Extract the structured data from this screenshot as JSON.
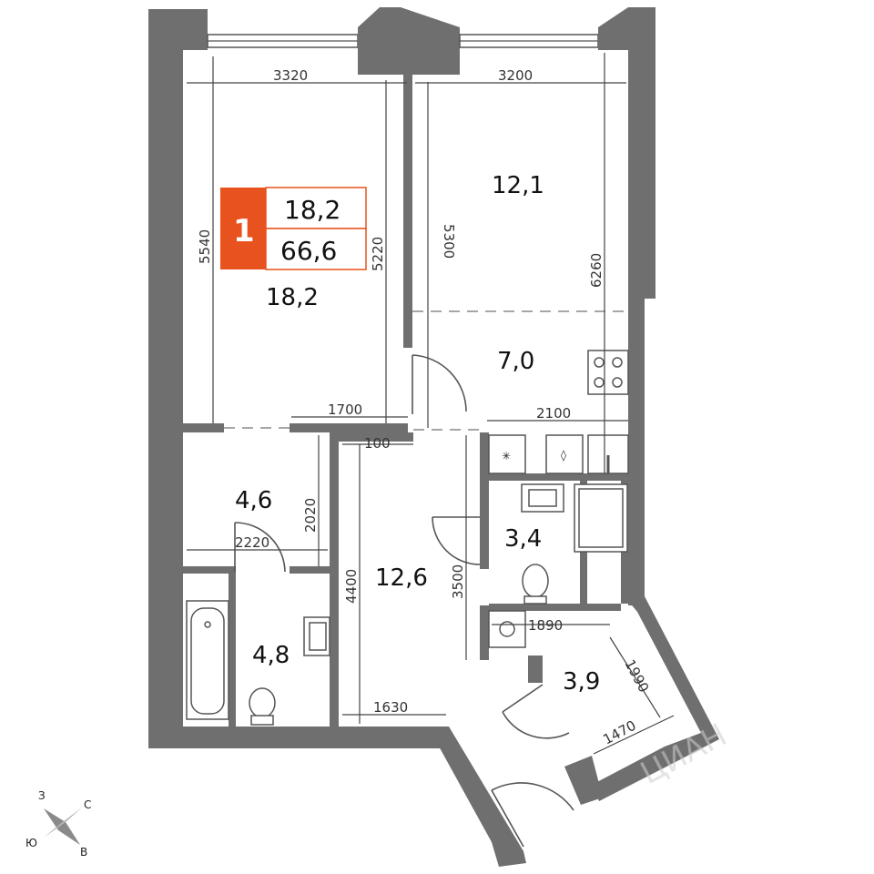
{
  "badge": {
    "rooms": "1",
    "living_area": "18,2",
    "total_area": "66,6",
    "color": "#e8521e"
  },
  "rooms": [
    {
      "id": "living",
      "area": "18,2"
    },
    {
      "id": "bedroom",
      "area": "12,1"
    },
    {
      "id": "kitchen",
      "area": "7,0"
    },
    {
      "id": "wardrobe",
      "area": "4,6"
    },
    {
      "id": "bathroom",
      "area": "4,8"
    },
    {
      "id": "hall",
      "area": "12,6"
    },
    {
      "id": "wc",
      "area": "3,4"
    },
    {
      "id": "entry",
      "area": "3,9"
    }
  ],
  "dimensions": [
    "3320",
    "3200",
    "5540",
    "5220",
    "5300",
    "6260",
    "1700",
    "2100",
    "100",
    "2020",
    "2220",
    "4400",
    "3500",
    "1890",
    "1990",
    "1470",
    "1630"
  ],
  "compass": {
    "west": "З",
    "north": "С",
    "south": "Ю",
    "east": "В"
  },
  "watermark": "ЦИАН",
  "colors": {
    "wall": "#6f6f6f",
    "accent": "#e8521e"
  }
}
